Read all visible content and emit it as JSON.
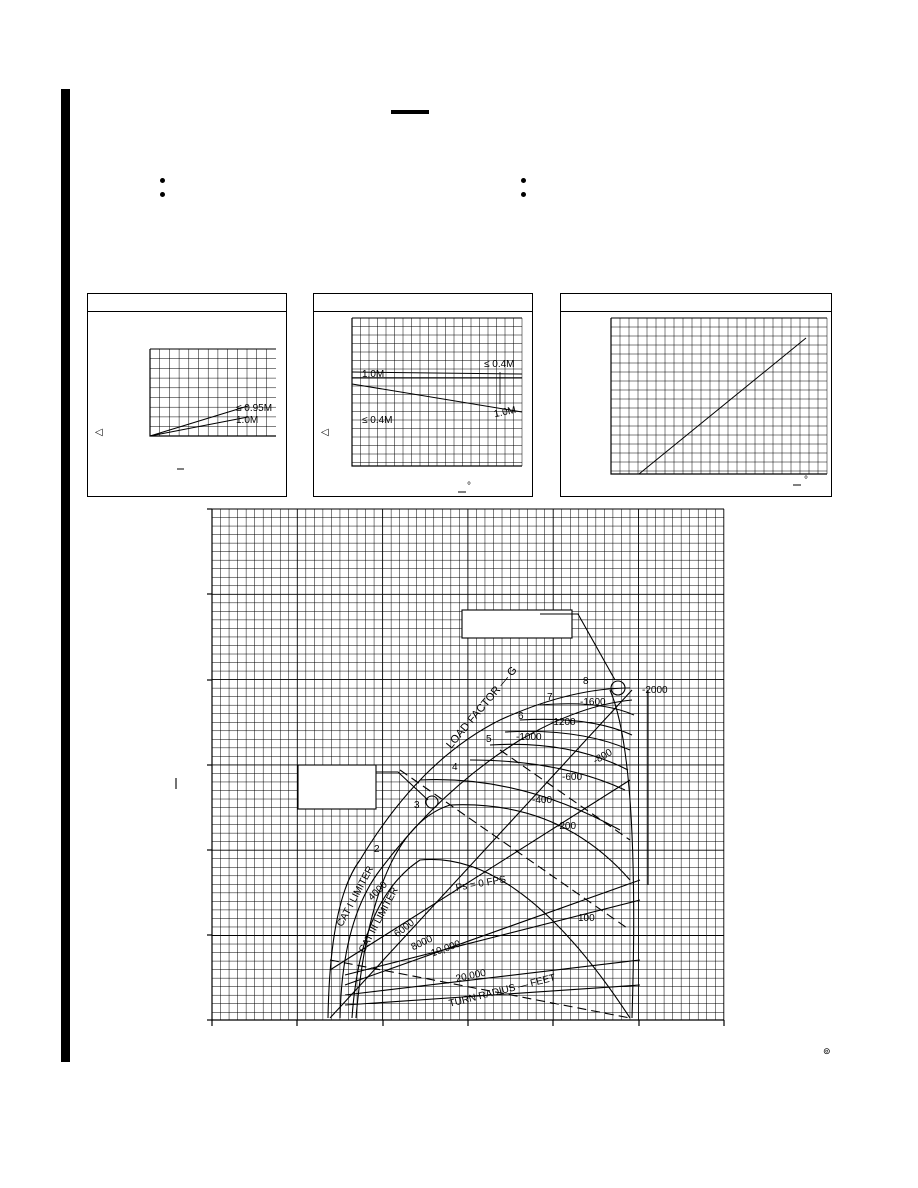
{
  "page": {
    "copyright_symbol": "⊚"
  },
  "panels": {
    "left": {
      "delta_symbol": "◁",
      "labels": [
        "≤ 0.95M",
        "1.0M"
      ]
    },
    "middle": {
      "delta_symbol": "◁",
      "labels": [
        "1.0M",
        "≤ 0.4M",
        "≤ 0.4M",
        "1.0M"
      ],
      "degree_symbol": "°"
    },
    "right": {
      "degree_symbol": "°"
    }
  },
  "main_chart": {
    "load_factor_title": "LOAD FACTOR — G",
    "load_factor_labels": [
      "2",
      "3",
      "4",
      "5",
      "6",
      "7",
      "8"
    ],
    "ps_title": "Ps = 0 FPS",
    "ps_labels": [
      "-200",
      "-400",
      "-600",
      "-800",
      "-1000",
      "-1200",
      "-1600",
      "-2000",
      "100"
    ],
    "turn_radius_title": "TURN RADIUS — FEET",
    "turn_radius_labels": [
      "4000",
      "6000",
      "8000",
      "10,000",
      "20,000"
    ],
    "limiter_labels": [
      "CAT I LIMITER",
      "CAT III LIMITER"
    ],
    "y_axis_mark": "|"
  },
  "chart_data": [
    {
      "type": "line",
      "panel": "left",
      "series": [
        {
          "name": "≤ 0.95M",
          "x": [
            0,
            1
          ],
          "y": [
            0,
            0.55
          ]
        },
        {
          "name": "1.0M",
          "x": [
            0,
            1
          ],
          "y": [
            0,
            0.35
          ]
        }
      ],
      "grid": true
    },
    {
      "type": "line",
      "panel": "middle",
      "series": [
        {
          "name": "1.0M",
          "x": [
            0,
            1
          ],
          "y": [
            0.62,
            0.42
          ]
        },
        {
          "name": "≤ 0.4M",
          "x": [
            0,
            1
          ],
          "y": [
            0.55,
            0.58
          ]
        }
      ],
      "grid": true
    },
    {
      "type": "line",
      "panel": "right",
      "series": [
        {
          "x": [
            0.12,
            0.88
          ],
          "y": [
            0.08,
            0.92
          ]
        }
      ],
      "grid": true
    },
    {
      "type": "line",
      "panel": "main",
      "grid": true,
      "load_factor_markers": [
        "2",
        "3",
        "4",
        "5",
        "6",
        "7",
        "8"
      ],
      "ps_contours_fps": [
        100,
        0,
        -200,
        -400,
        -600,
        -800,
        -1000,
        -1200,
        -1600,
        -2000
      ],
      "turn_radius_ft": [
        4000,
        6000,
        8000,
        10000,
        20000
      ]
    }
  ]
}
